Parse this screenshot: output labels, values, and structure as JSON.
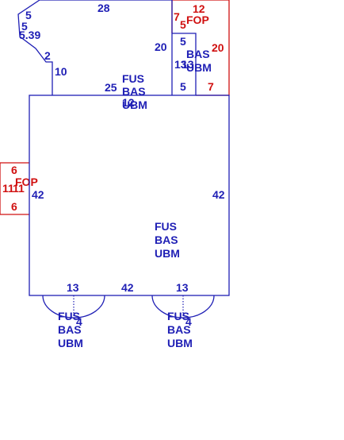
{
  "colors": {
    "living_area": "#1f1fb5",
    "porch": "#d01010",
    "background": "#ffffff"
  },
  "upper_section": {
    "dims": [
      "28",
      "5",
      "5",
      "5.39",
      "2",
      "10",
      "25",
      "20"
    ],
    "codes": [
      "FUS",
      "BAS",
      "UBM"
    ],
    "area": "12"
  },
  "small_bay": {
    "dims": [
      "5",
      "13",
      "13",
      "5"
    ],
    "codes": [
      "BAS",
      "UBM"
    ]
  },
  "porch_top": {
    "dims": [
      "12",
      "7",
      "5",
      "20",
      "7"
    ],
    "code": "FOP"
  },
  "porch_left": {
    "dims": [
      "6",
      "11",
      "11",
      "6"
    ],
    "code": "FOP"
  },
  "main_section": {
    "dims": [
      "42",
      "42",
      "42"
    ],
    "codes": [
      "FUS",
      "BAS",
      "UBM"
    ]
  },
  "bay_left": {
    "dims": [
      "13",
      "4"
    ],
    "codes": [
      "FUS",
      "BAS",
      "UBM"
    ]
  },
  "bay_right": {
    "dims": [
      "13",
      "4"
    ],
    "codes": [
      "FUS",
      "BAS",
      "UBM"
    ]
  }
}
